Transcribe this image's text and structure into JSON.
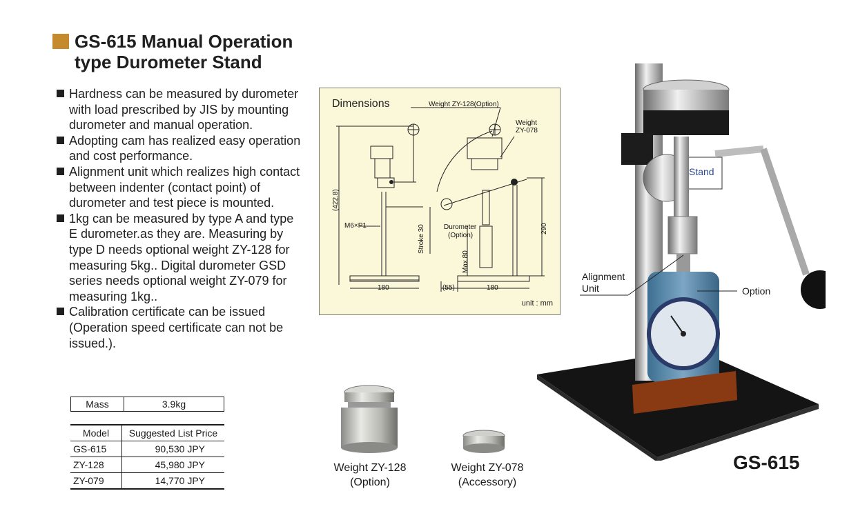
{
  "title": {
    "line1": "GS-615 Manual Operation",
    "line2": "type Durometer Stand",
    "accent_color": "#c48a2c"
  },
  "features": [
    "Hardness can be measured by durometer with load prescribed by JIS by mounting durometer and manual operation.",
    "Adopting cam has realized easy operation and cost performance.",
    "Alignment unit which realizes high contact between indenter (contact point) of durometer and test piece is mounted.",
    "1kg can be measured by type A and type E durometer.as they are. Measuring by type D needs optional weight ZY-128 for measuring 5kg.. Digital durometer GSD series needs optional weight ZY-079 for measuring 1kg..",
    "Calibration certificate can be issued (Operation speed certificate can not be issued.)."
  ],
  "mass_table": {
    "label": "Mass",
    "value": "3.9kg"
  },
  "price_table": {
    "headers": [
      "Model",
      "Suggested List Price"
    ],
    "rows": [
      [
        "GS-615",
        "90,530 JPY"
      ],
      [
        "ZY-128",
        "45,980 JPY"
      ],
      [
        "ZY-079",
        "14,770 JPY"
      ]
    ]
  },
  "dimensions": {
    "title": "Dimensions",
    "unit": "unit : mm",
    "labels": {
      "weight_option": "Weight ZY-128(Option)",
      "weight_a": "Weight",
      "weight_b": "ZY-078",
      "height_total": "(422.8)",
      "thread": "M6×P1",
      "stroke": "Stroke 30",
      "durometer_a": "Durometer",
      "durometer_b": "(Option)",
      "max": "Max.80",
      "height_290": "290",
      "base_left": "180",
      "offset": "(55)",
      "base_right": "180"
    },
    "panel_color": "#fbf7d9"
  },
  "captions": {
    "weight128_a": "Weight ZY-128",
    "weight128_b": "(Option)",
    "weight078_a": "Weight ZY-078",
    "weight078_b": "(Accessory)",
    "alignment_a": "Alignment",
    "alignment_b": "Unit",
    "option": "Option",
    "model": "GS-615"
  }
}
